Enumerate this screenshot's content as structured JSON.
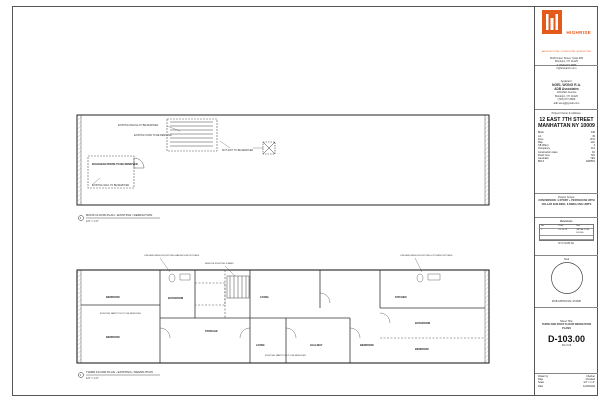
{
  "drawing": {
    "roof_plan_title": "ROOF FLOOR PLAN - EXISTING / DEMOLITION",
    "roof_plan_scale": "1/4\" = 1'-0\"",
    "roof_plan_number": "2",
    "third_plan_title": "THIRD FLOOR PLAN - EXISTING / DEMOLITION",
    "third_plan_scale": "1/4\" = 1'-0\"",
    "third_plan_number": "1",
    "roof_labels": {
      "bulkhead": "BULKHEAD ROOM TO BE REMOVED",
      "bulkhead_wall": "EXISTING WALL TO BE REMOVED",
      "stair": "EXISTING STAIR TO BE REMOVED",
      "stair_rail": "EXISTING RAILING TO BE REMOVED",
      "skylight": "SKYLIGHT TO BE REMOVED"
    },
    "third_labels": {
      "bathroom": "BATHROOM",
      "bedroom": "BEDROOM",
      "storage": "STORAGE",
      "living": "LIVING",
      "kitchen": "KITCHEN",
      "hallway": "HALLWAY",
      "fixtures": "LIKE AND REMOVE EXISTING BATHROOM FIXTURES",
      "stairs": "REMOVE EXISTING STAIRS",
      "kitchen_fixtures": "LIKE AND REMOVE EXISTING KITCHEN FIXTURES",
      "partition": "EXISTING PARTITION TO BE REMOVED"
    }
  },
  "title_block": {
    "brand_name": "HIGHRISE",
    "brand_tagline": "ARCHITECTURE | CONSULTING | EXPEDITORS",
    "brand_address": [
      "1108 Union Street, Suite 905",
      "Brooklyn, NY 11225",
      "T (718) 677-0866",
      "highrisearch.com"
    ],
    "applicant_heading": "Applicant:",
    "applicant_name": "NOEL WONG R.A.",
    "applicant_firm": "ADB Associates",
    "applicant_address": [
      "123 Main Avenue",
      "Brooklyn, NY 11220",
      "(718) 677-0866",
      "adb.wong@gmail.com"
    ],
    "owner_heading": "Project Owner & Address:",
    "project_address": "12 EAST 7TH STREET MANHATTAN NY 10009",
    "info_rows": [
      [
        "Block",
        "430"
      ],
      [
        "Lot",
        "36"
      ],
      [
        "Zone",
        "R7A"
      ],
      [
        "Map",
        "12C"
      ],
      [
        "CB (Plan)",
        "3"
      ],
      [
        "Occupancy",
        "R-2"
      ],
      [
        "Construction class",
        "3C"
      ],
      [
        "Flood zone",
        "N/A"
      ],
      [
        "Landmark",
        "YES"
      ],
      [
        "BIN #",
        "1006551"
      ]
    ],
    "project_scope_heading": "Project Scope:",
    "project_scope": "CONVERSION: 4-STORY + PENTHOUSE WITH CELLAR BUILDING, 8 DWELLING UNITS",
    "revisions_heading": "Revisions",
    "revision_columns": [
      "No.",
      "Date",
      "Rev"
    ],
    "revision_rows": [
      [
        "1",
        "02.10.25",
        "INITIAL DOB FILING"
      ]
    ],
    "nyc_dob": "NYC DOB No.",
    "seal_heading": "Seal",
    "dob_stamp": "DOB APPROVAL STAMP",
    "sheet_title_heading": "Sheet Title:",
    "sheet_title": "THIRD AND ROOF FLOOR DEMOLITION PLANS",
    "sheet_number": "D-103.00",
    "sheet_count": "03 of 26",
    "meta_rows": [
      [
        "Drawn by",
        "Checker"
      ],
      [
        "Date",
        "Checked"
      ],
      [
        "Scale",
        "1/4\" = 1'-0\""
      ],
      [
        "Date",
        "12/23/2024"
      ]
    ]
  }
}
